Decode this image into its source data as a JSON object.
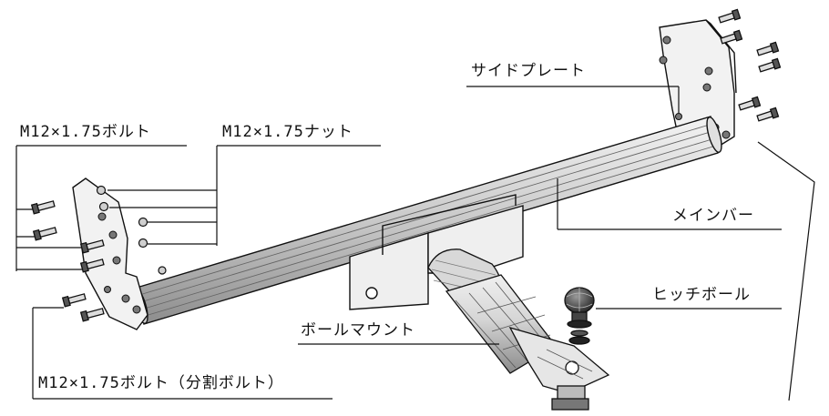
{
  "labels": {
    "side_plate": "サイドプレート",
    "bolt_top": "M12×1.75ボルト",
    "nut": "M12×1.75ナット",
    "main_bar": "メインバー",
    "hitch_ball": "ヒッチボール",
    "ball_mount": "ボールマウント",
    "bolt_split": "M12×1.75ボルト（分割ボルト）"
  },
  "colors": {
    "line": "#111111",
    "metal_light": "#e8e8e8",
    "metal_mid": "#bdbdbd",
    "metal_dark": "#7a7a7a"
  }
}
